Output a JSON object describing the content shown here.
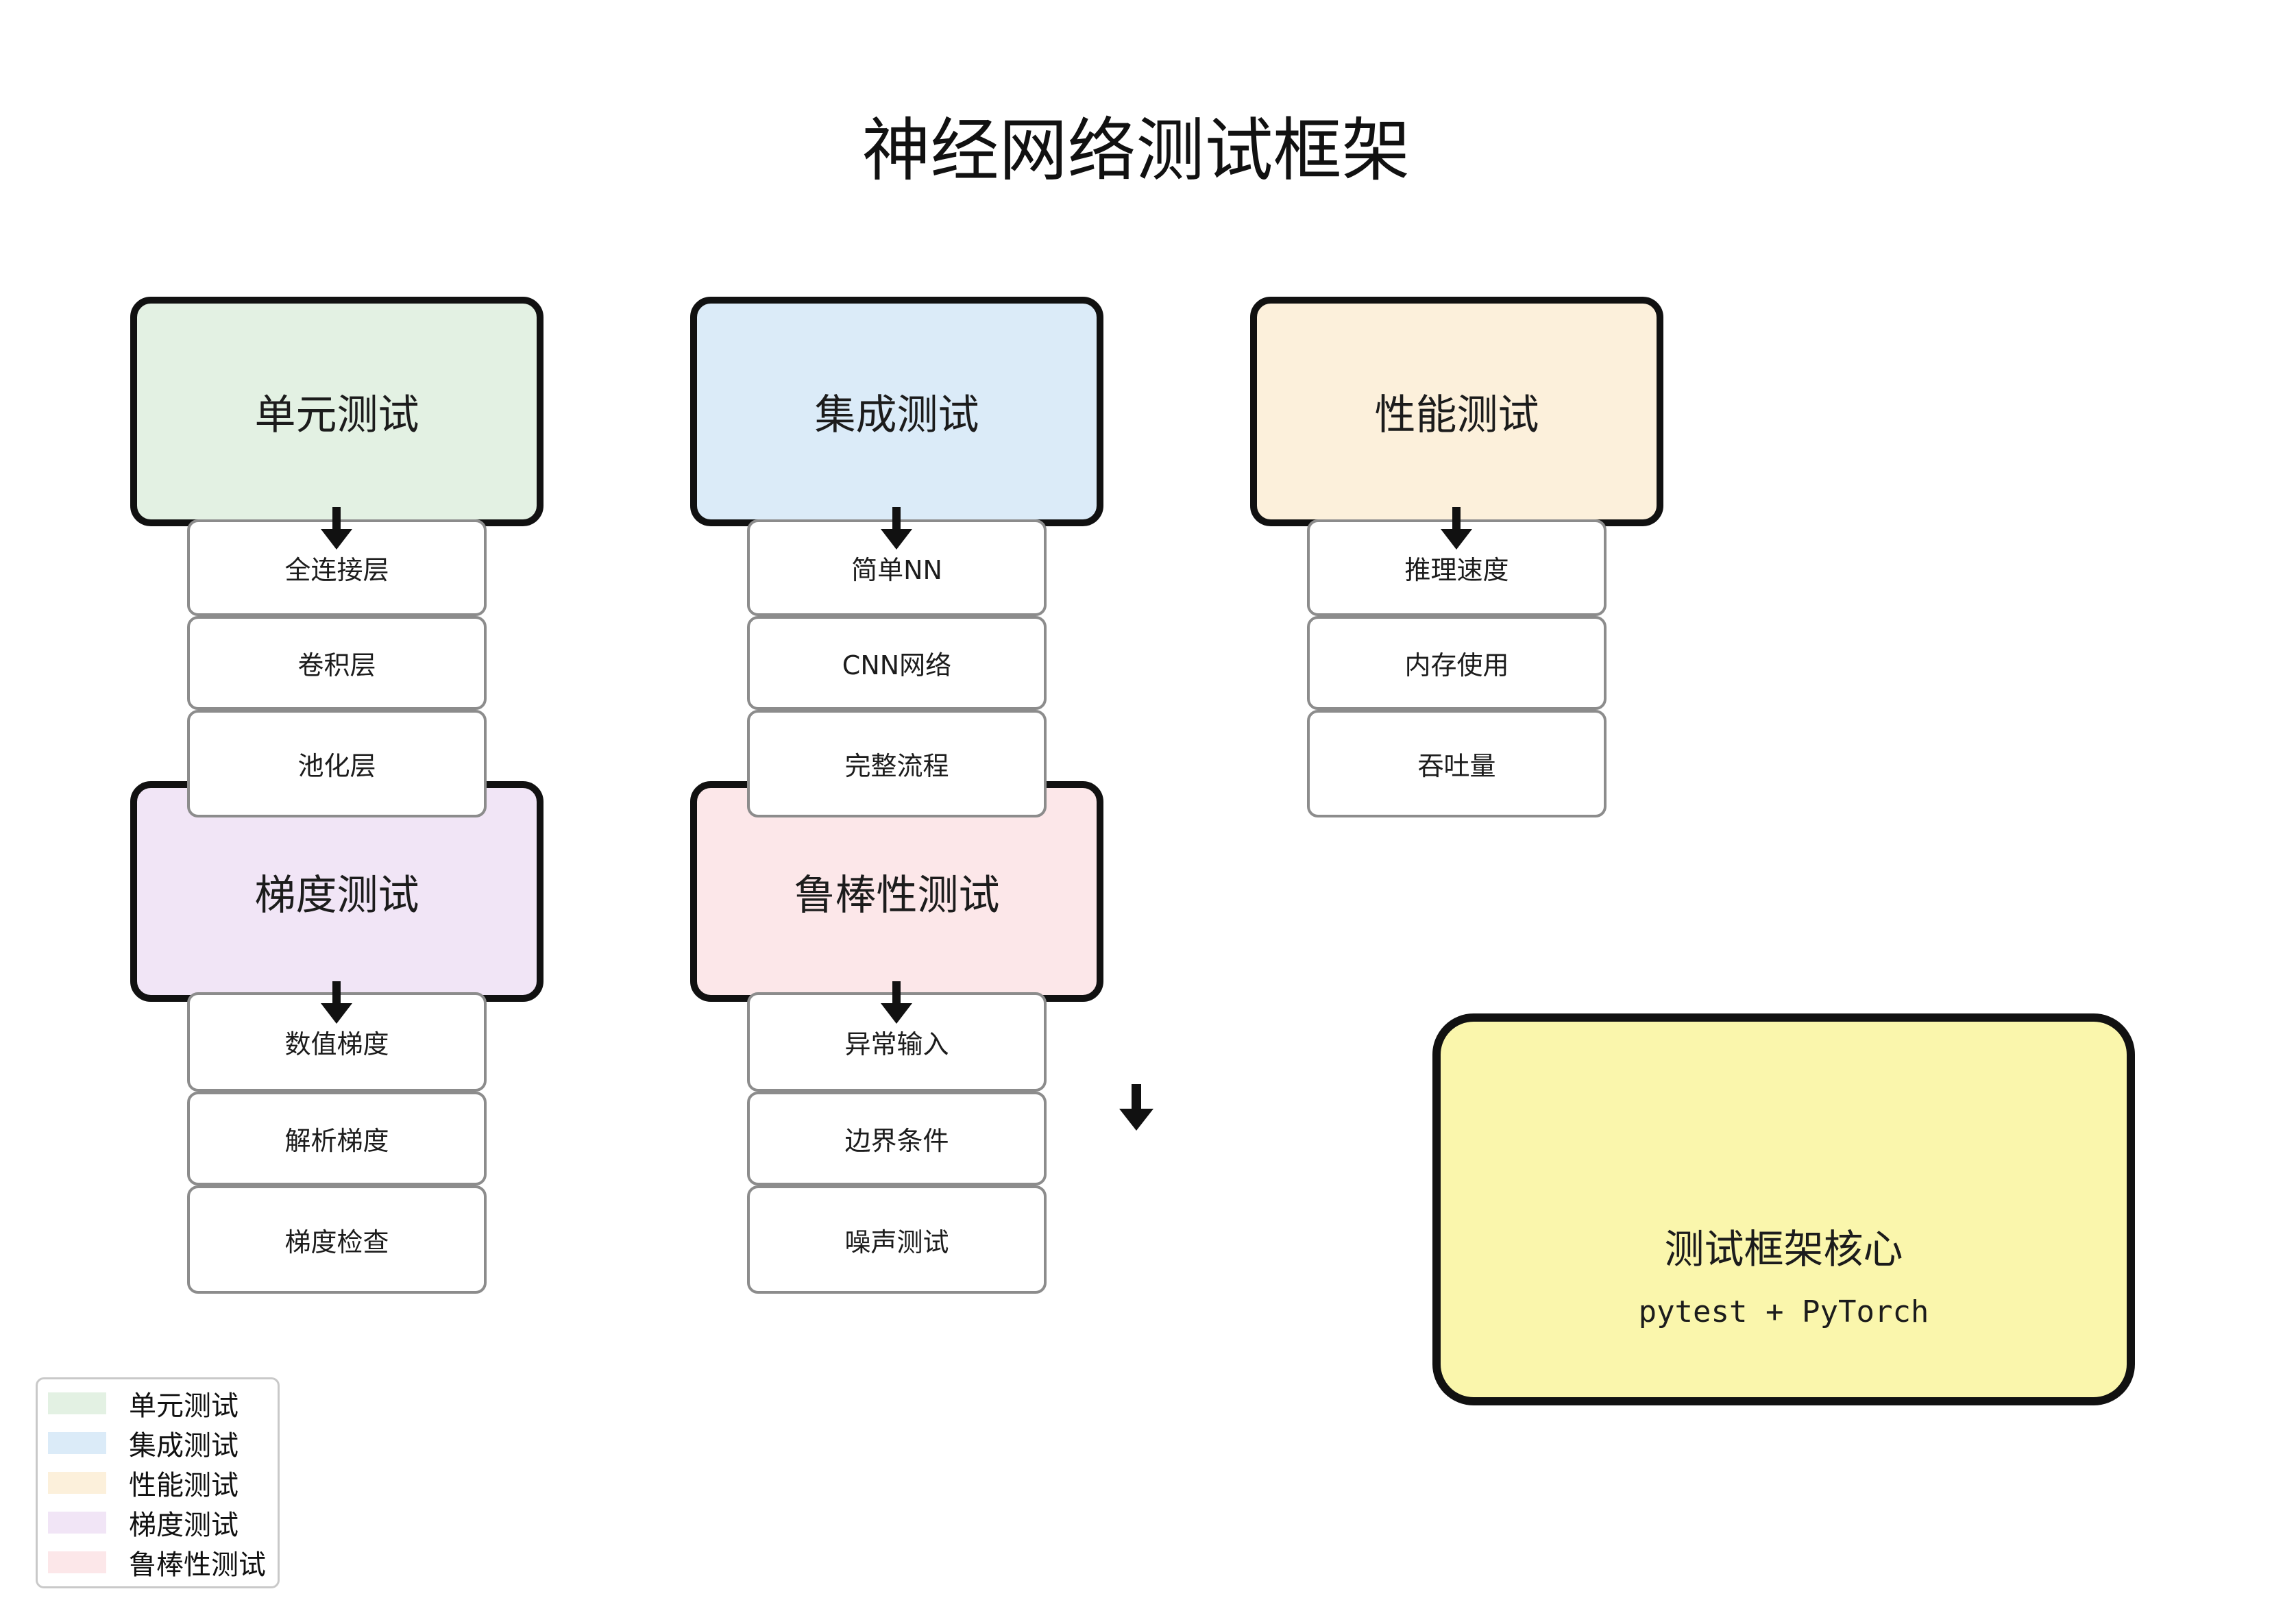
{
  "title": "神经网络测试框架",
  "groups": [
    {
      "label": "单元测试",
      "color": "#E3F1E3",
      "items": [
        "全连接层",
        "卷积层",
        "池化层"
      ]
    },
    {
      "label": "集成测试",
      "color": "#DBEBF8",
      "items": [
        "简单NN",
        "CNN网络",
        "完整流程"
      ]
    },
    {
      "label": "性能测试",
      "color": "#FCF0DB",
      "items": [
        "推理速度",
        "内存使用",
        "吞吐量"
      ]
    },
    {
      "label": "梯度测试",
      "color": "#F1E5F6",
      "items": [
        "数值梯度",
        "解析梯度",
        "梯度检查"
      ]
    },
    {
      "label": "鲁棒性测试",
      "color": "#FCE7E9",
      "items": [
        "异常输入",
        "边界条件",
        "噪声测试"
      ]
    }
  ],
  "core_box": {
    "title": "测试框架核心",
    "subtitle": "pytest + PyTorch",
    "color": "#FAF6AC"
  },
  "legend": {
    "entries": [
      {
        "label": "单元测试",
        "color": "#E3F1E3"
      },
      {
        "label": "集成测试",
        "color": "#DBEBF8"
      },
      {
        "label": "性能测试",
        "color": "#FCF0DB"
      },
      {
        "label": "梯度测试",
        "color": "#F1E5F6"
      },
      {
        "label": "鲁棒性测试",
        "color": "#FCE7E9"
      }
    ]
  }
}
